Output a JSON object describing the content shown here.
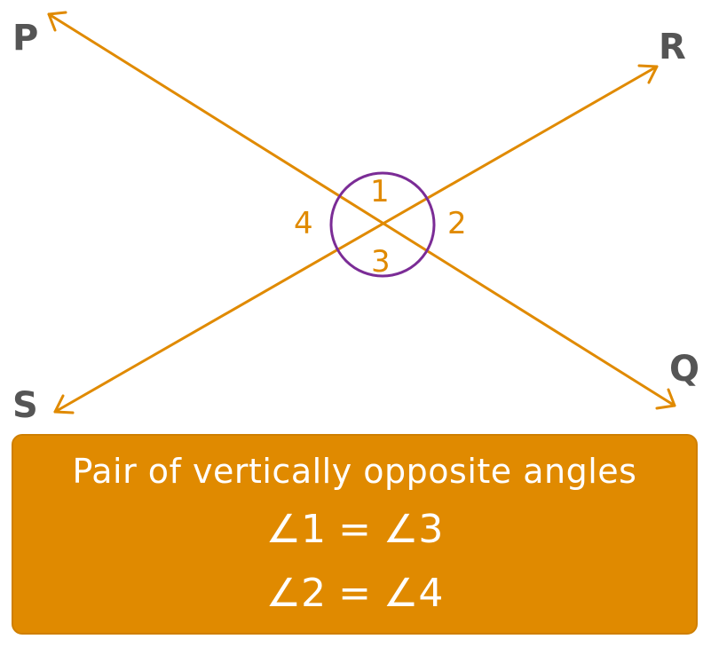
{
  "diagram": {
    "points": {
      "p": "P",
      "q": "Q",
      "r": "R",
      "s": "S"
    },
    "angles": {
      "a1": "1",
      "a2": "2",
      "a3": "3",
      "a4": "4"
    },
    "colors": {
      "line": "#E08A00",
      "circle": "#7B2C96",
      "point_label": "#555555",
      "box": "#E08A00",
      "box_text": "#FFFFFF"
    }
  },
  "caption": {
    "title": "Pair of vertically opposite angles",
    "equation_1": "∠1 = ∠3",
    "equation_2": "∠2 = ∠4"
  }
}
